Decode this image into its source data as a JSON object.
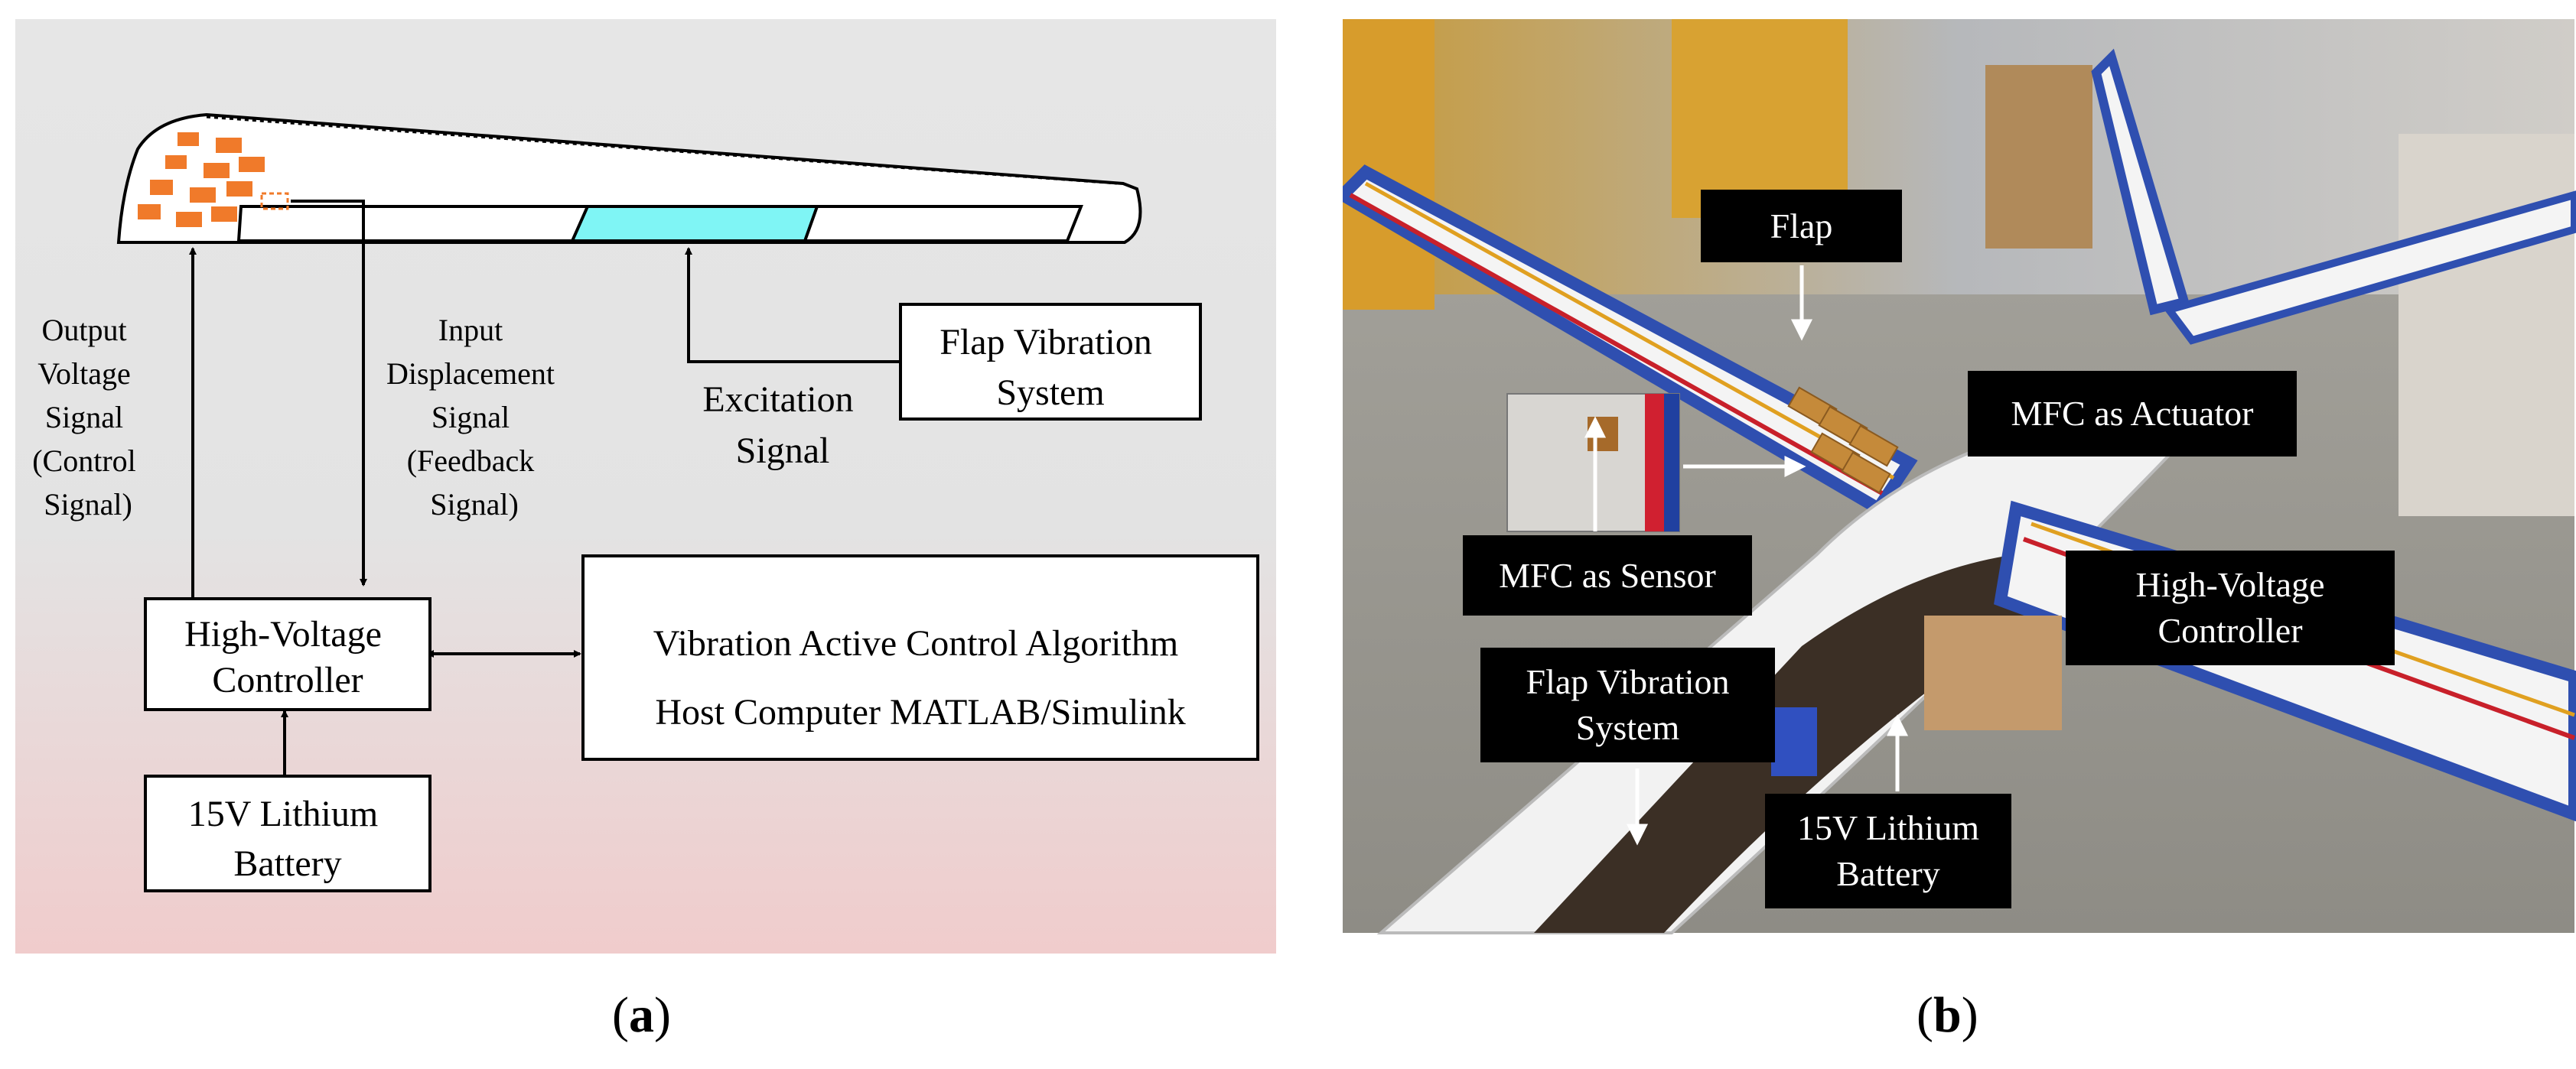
{
  "panel_a": {
    "caption_open": "(",
    "caption_letter": "a",
    "caption_close": ")",
    "output_signal": [
      "Output",
      "Voltage",
      "Signal",
      "(Control",
      "Signal)"
    ],
    "input_signal": [
      "Input",
      "Displacement",
      "Signal",
      "(Feedback",
      "Signal)"
    ],
    "excitation_signal": [
      "Excitation",
      "Signal"
    ],
    "flap_vibration_system": [
      "Flap Vibration",
      "System"
    ],
    "hv_controller": [
      "High-Voltage",
      "Controller"
    ],
    "algorithm": [
      "Vibration Active Control Algorithm",
      "Host Computer MATLAB/Simulink"
    ],
    "battery": [
      "15V Lithium",
      "Battery"
    ],
    "colors": {
      "actuator_patch": "#f07a2a",
      "flap": "#7ff5f5",
      "bg_top": "#e4e4e4",
      "bg_bottom": "#f0cfcf"
    }
  },
  "panel_b": {
    "caption_open": "(",
    "caption_letter": "b",
    "caption_close": ")",
    "labels": {
      "flap": "Flap",
      "mfc_actuator": "MFC as Actuator",
      "mfc_sensor": "MFC as Sensor",
      "hv_controller": [
        "High-Voltage",
        "Controller"
      ],
      "flap_vibration": [
        "Flap Vibration",
        "System"
      ],
      "battery": [
        "15V Lithium",
        "Battery"
      ]
    }
  }
}
